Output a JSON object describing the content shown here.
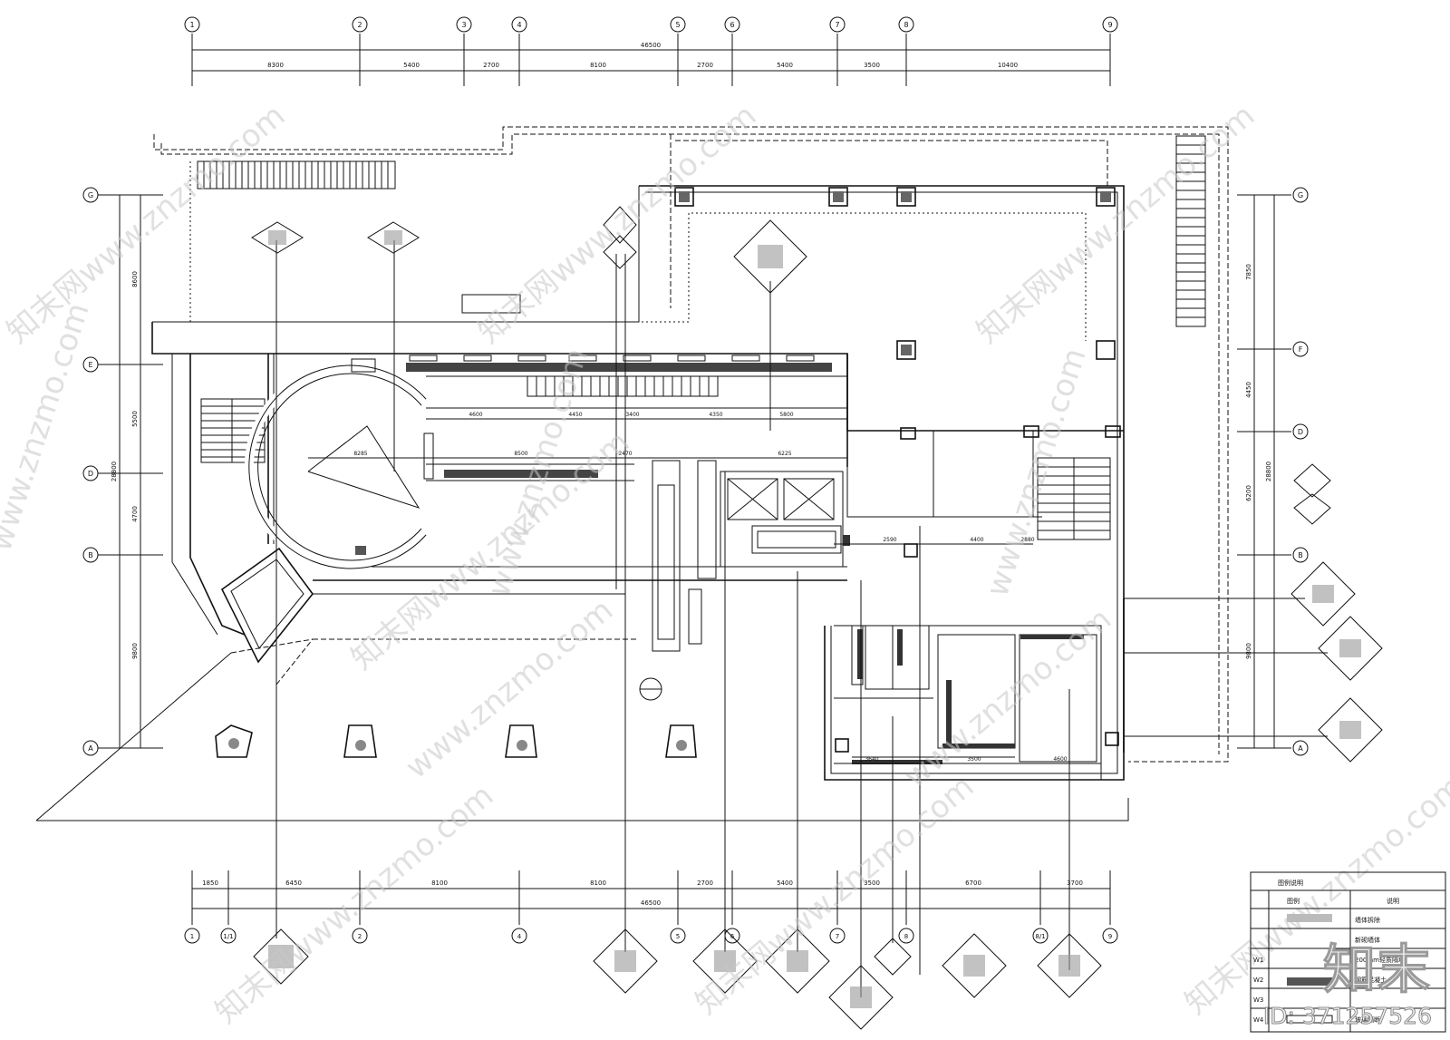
{
  "watermark": {
    "text": "知末网www.znzmo.com",
    "text_alt": "www.znzmo.com",
    "logo": "知末",
    "id_label": "ID: 371257526"
  },
  "top_axis": {
    "labels": [
      "1",
      "2",
      "3",
      "4",
      "5",
      "6",
      "7",
      "8",
      "9"
    ],
    "total": "46500",
    "spans": [
      "8300",
      "5400",
      "2700",
      "8100",
      "2700",
      "5400",
      "3500",
      "10400"
    ]
  },
  "bottom_axis": {
    "labels": [
      "1",
      "1/1",
      "2",
      "4",
      "5",
      "6",
      "7",
      "8",
      "8/1",
      "9"
    ],
    "total": "46500",
    "spans": [
      "1850",
      "6450",
      "8100",
      "8100",
      "2700",
      "5400",
      "3500",
      "6700",
      "3700"
    ]
  },
  "left_axis": {
    "labels": [
      "G",
      "E",
      "D",
      "B",
      "A"
    ],
    "total": "28800",
    "spans": [
      "8600",
      "5500",
      "4700",
      "9800"
    ]
  },
  "right_axis": {
    "labels": [
      "G",
      "F",
      "D",
      "B",
      "A"
    ],
    "total": "28800",
    "spans": [
      "7850",
      "4450",
      "6200",
      "9800"
    ]
  },
  "dims": {
    "d1": "4600",
    "d2": "4450",
    "d3": "3400",
    "d4": "4350",
    "d5": "5800",
    "d6": "8285",
    "d7": "8500",
    "d8": "2470",
    "d9": "6225",
    "d10": "2590",
    "d11": "4400",
    "d12": "2880",
    "d13": "3640",
    "d14": "3500",
    "d15": "4600"
  },
  "legend": {
    "title": "图例说明",
    "col1": "图例",
    "col2": "说明",
    "rows": [
      {
        "code": "",
        "desc": "墙体拆除"
      },
      {
        "code": "",
        "desc": "新砌墙体"
      },
      {
        "code": "W1",
        "desc": "200mm轻质隔墙"
      },
      {
        "code": "W2",
        "desc": "钢筋混凝土"
      },
      {
        "code": "W3",
        "desc": ""
      },
      {
        "code": "W4",
        "desc": "玻璃隔断"
      }
    ]
  }
}
